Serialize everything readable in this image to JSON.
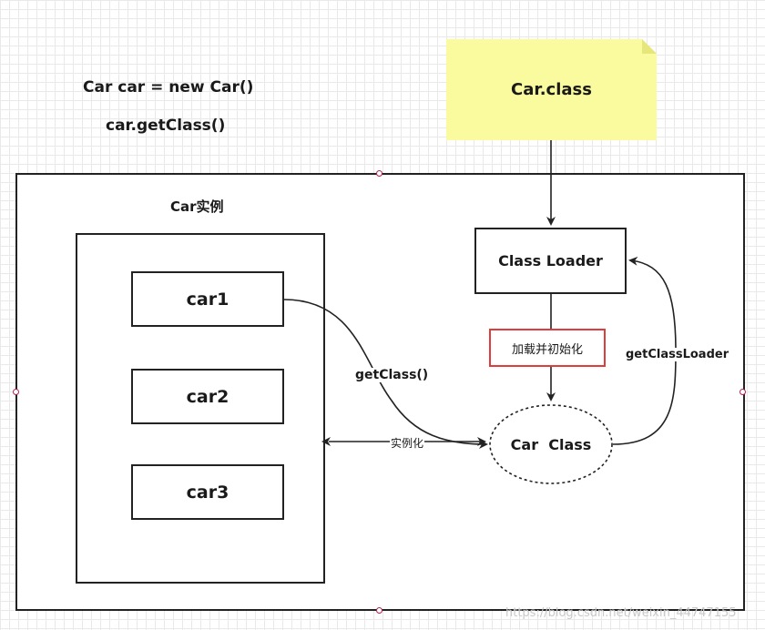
{
  "code": {
    "line1": "Car car = new Car()",
    "line2": "car.getClass()"
  },
  "note": {
    "label": "Car.class"
  },
  "container": {
    "instances_title": "Car实例",
    "cars": [
      "car1",
      "car2",
      "car3"
    ]
  },
  "nodes": {
    "class_loader": "Class Loader",
    "load_init": "加载并初始化",
    "car_class": "Car  Class"
  },
  "edges": {
    "get_class": "getClass()",
    "instantiate": "实例化",
    "get_class_loader": "getClassLoader"
  },
  "watermark": "https://blog.csdn.net/weixin_44747155",
  "colors": {
    "note_fill": "#fafa9e",
    "highlight_border": "#e03c3c",
    "grid": "#e9e9e9",
    "stroke": "#222222"
  }
}
